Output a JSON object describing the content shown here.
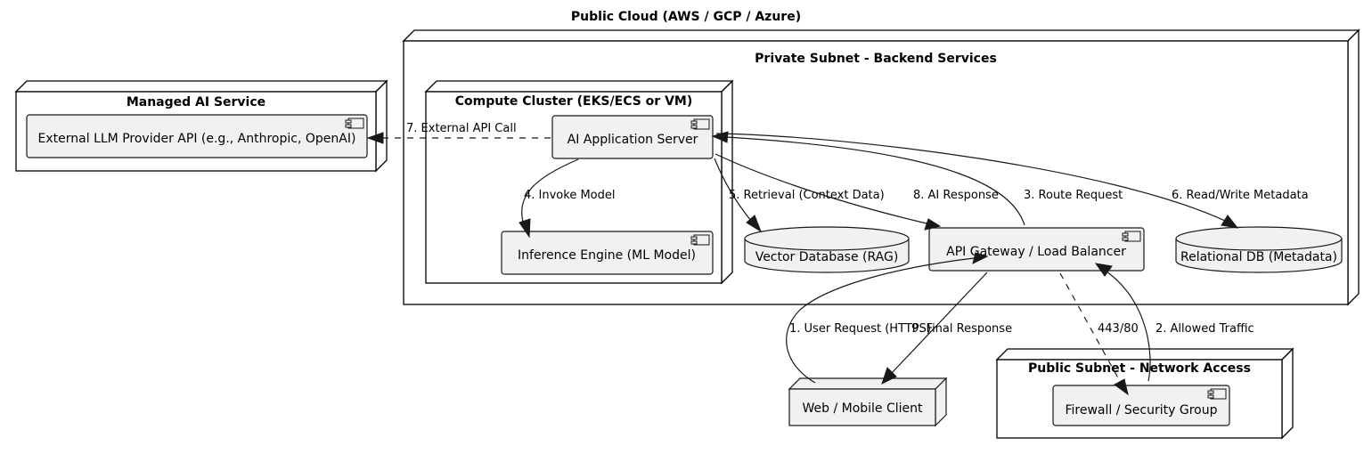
{
  "diagram": {
    "title": "Public Cloud (AWS / GCP / Azure)",
    "type": "uml-deployment-diagram"
  },
  "nodes": {
    "managed_ai_service": {
      "title": "Managed AI Service",
      "component": "External LLM Provider API (e.g., Anthropic, OpenAI)",
      "icon": "component-icon"
    },
    "private_subnet": {
      "title": "Private Subnet - Backend Services"
    },
    "compute_cluster": {
      "title": "Compute Cluster (EKS/ECS or VM)",
      "components": [
        {
          "label": "AI Application Server",
          "icon": "component-icon"
        },
        {
          "label": "Inference Engine (ML Model)",
          "icon": "component-icon"
        }
      ]
    },
    "vector_db": {
      "label": "Vector Database (RAG)",
      "icon": "database-cylinder"
    },
    "api_gateway": {
      "label": "API Gateway / Load Balancer",
      "icon": "component-icon"
    },
    "relational_db": {
      "label": "Relational DB (Metadata)",
      "icon": "database-cylinder"
    },
    "web_client": {
      "label": "Web / Mobile Client",
      "icon": "node-3d-box"
    },
    "public_subnet": {
      "title": "Public Subnet - Network Access",
      "component": "Firewall / Security Group",
      "icon": "component-icon"
    }
  },
  "edges": [
    {
      "id": 1,
      "label": "1. User Request (HTTPS)",
      "from": "web_client",
      "to": "api_gateway",
      "style": "solid"
    },
    {
      "id": 2,
      "label": "2. Allowed Traffic",
      "from": "firewall",
      "to": "api_gateway",
      "style": "solid"
    },
    {
      "id": 3,
      "label": "3. Route Request",
      "from": "api_gateway",
      "to": "ai_application_server",
      "style": "solid"
    },
    {
      "id": 4,
      "label": "4. Invoke Model",
      "from": "ai_application_server",
      "to": "inference_engine",
      "style": "solid"
    },
    {
      "id": 5,
      "label": "5. Retrieval (Context Data)",
      "from": "ai_application_server",
      "to": "vector_db",
      "style": "solid"
    },
    {
      "id": 6,
      "label": "6. Read/Write Metadata",
      "from": "ai_application_server",
      "to": "relational_db",
      "style": "solid"
    },
    {
      "id": 7,
      "label": "7. External API Call",
      "from": "ai_application_server",
      "to": "external_llm_provider_api",
      "style": "dashed"
    },
    {
      "id": 8,
      "label": "8. AI Response",
      "from": "ai_application_server",
      "to": "api_gateway",
      "style": "solid"
    },
    {
      "id": 9,
      "label": "9. Final Response",
      "from": "api_gateway",
      "to": "web_client",
      "style": "solid"
    },
    {
      "id": 10,
      "label": "443/80",
      "from": "api_gateway",
      "to": "firewall",
      "style": "dashed"
    }
  ],
  "colors": {
    "component_fill": "#F1F1F1",
    "node_fill": "#FFFFFF",
    "stroke": "#181818",
    "text": "#000000",
    "background": "#FFFFFF"
  }
}
